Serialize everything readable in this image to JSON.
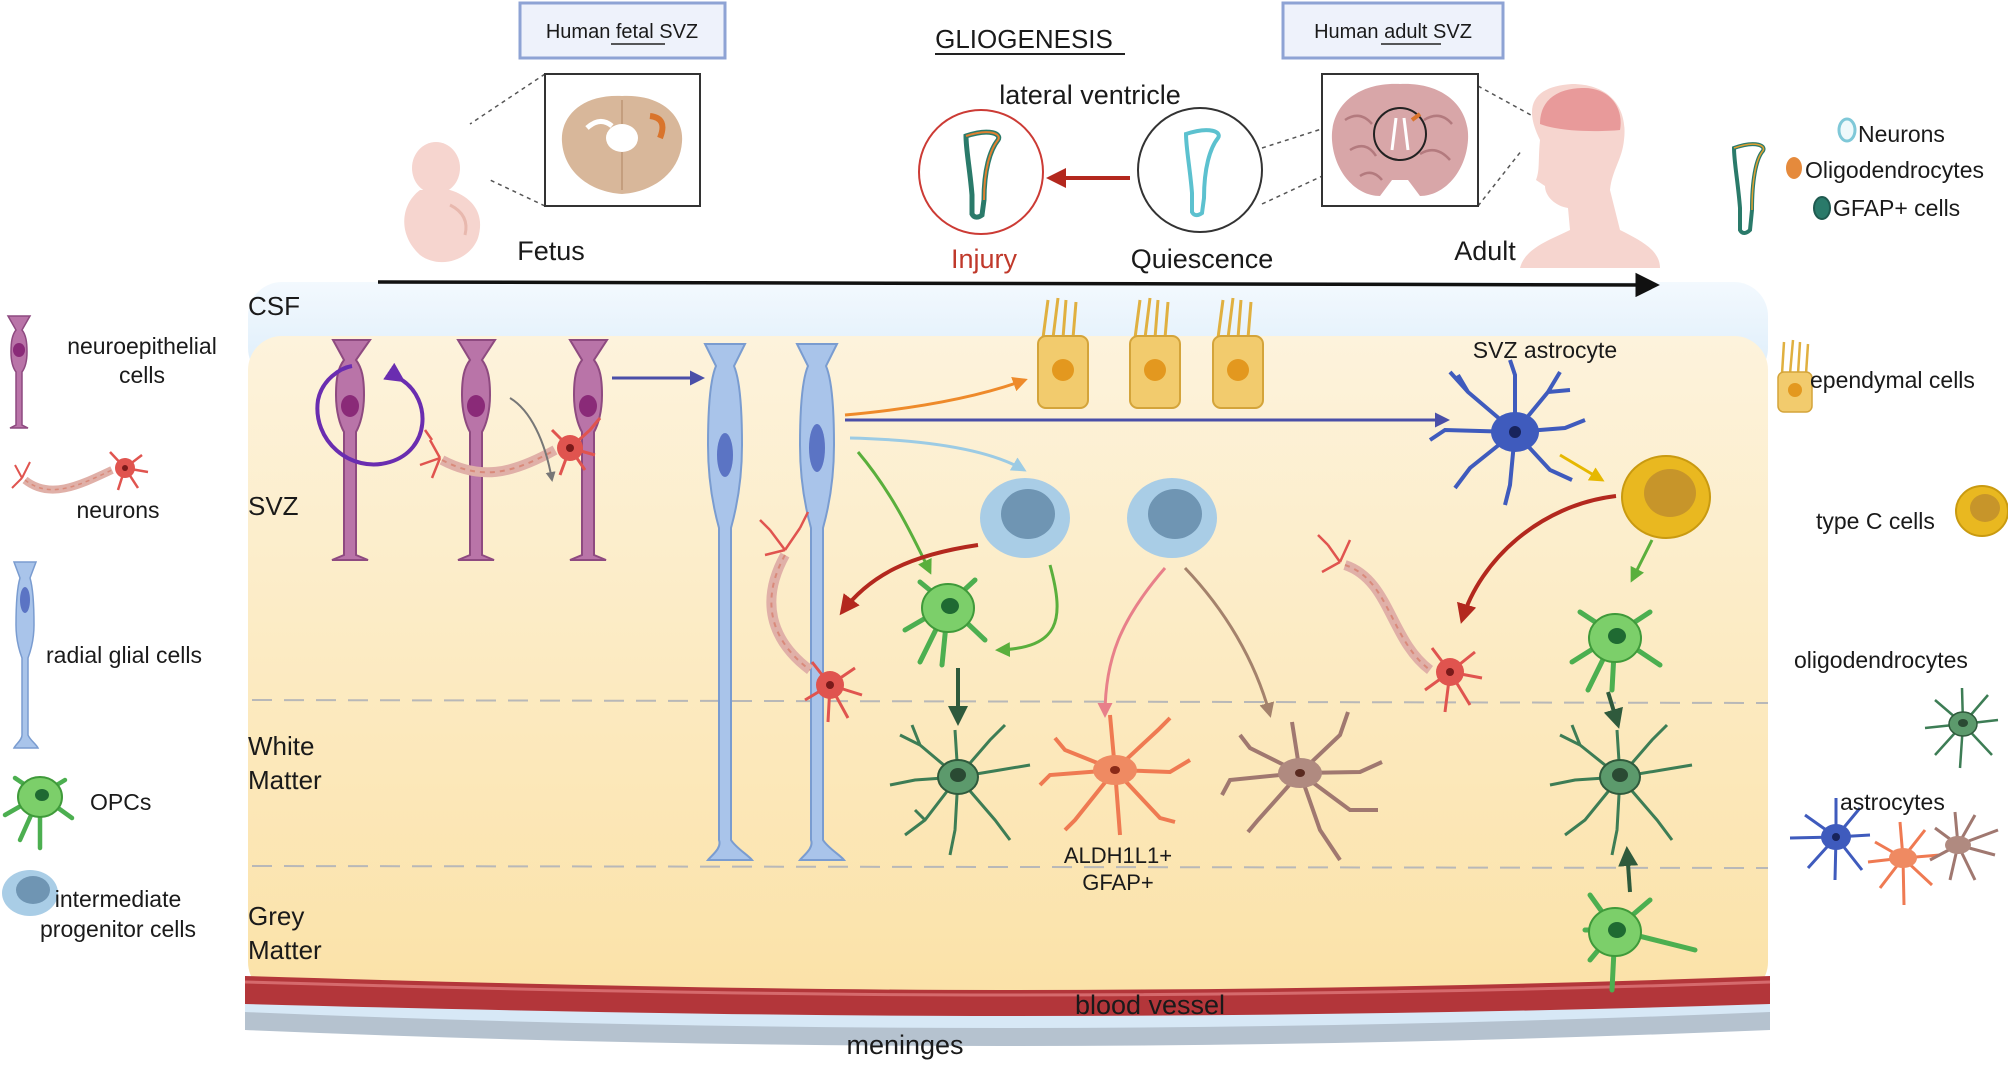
{
  "header": {
    "fetal_box": "Human fetal SVZ",
    "title": "GLIOGENESIS",
    "adult_box": "Human adult SVZ",
    "lateral_ventricle": "lateral ventricle",
    "fetus": "Fetus",
    "injury": "Injury",
    "quiescence": "Quiescence",
    "adult": "Adult"
  },
  "top_legend": {
    "neurons": "Neurons",
    "oligodendrocytes": "Oligodendrocytes",
    "gfap_cells": "GFAP+ cells"
  },
  "layers": {
    "csf": "CSF",
    "svz": "SVZ",
    "white_matter_1": "White",
    "white_matter_2": "Matter",
    "grey_matter_1": "Grey",
    "grey_matter_2": "Matter",
    "blood_vessel": "blood vessel",
    "meninges": "meninges"
  },
  "cells": {
    "svz_astrocyte": "SVZ astrocyte",
    "aldh": "ALDH1L1+",
    "gfap": "GFAP+"
  },
  "left_legend": {
    "neuroepithelial_1": "neuroepithelial",
    "neuroepithelial_2": "cells",
    "neurons": "neurons",
    "radial_glial": "radial glial  cells",
    "opcs": "OPCs",
    "ipc_1": "intermediate",
    "ipc_2": "progenitor cells"
  },
  "right_legend": {
    "ependymal": "ependymal cells",
    "type_c": "type C cells",
    "oligodendrocytes": "oligodendrocytes",
    "astrocytes": "astrocytes"
  },
  "colors": {
    "neuroepithelial": "#a0588f",
    "neuron": "#e0544f",
    "radial_glia": "#8fb0e0",
    "opc": "#4caf50",
    "oligodendrocyte": "#3d7d55",
    "ipc": "#9cc2dc",
    "ependymal": "#f0c860",
    "svz_astrocyte": "#3f5bbd",
    "type_c": "#e7b928",
    "astro_orange": "#ef7a52",
    "astro_brown": "#a07870",
    "injury": "#c0392b",
    "blood_vessel": "#b3363a"
  }
}
